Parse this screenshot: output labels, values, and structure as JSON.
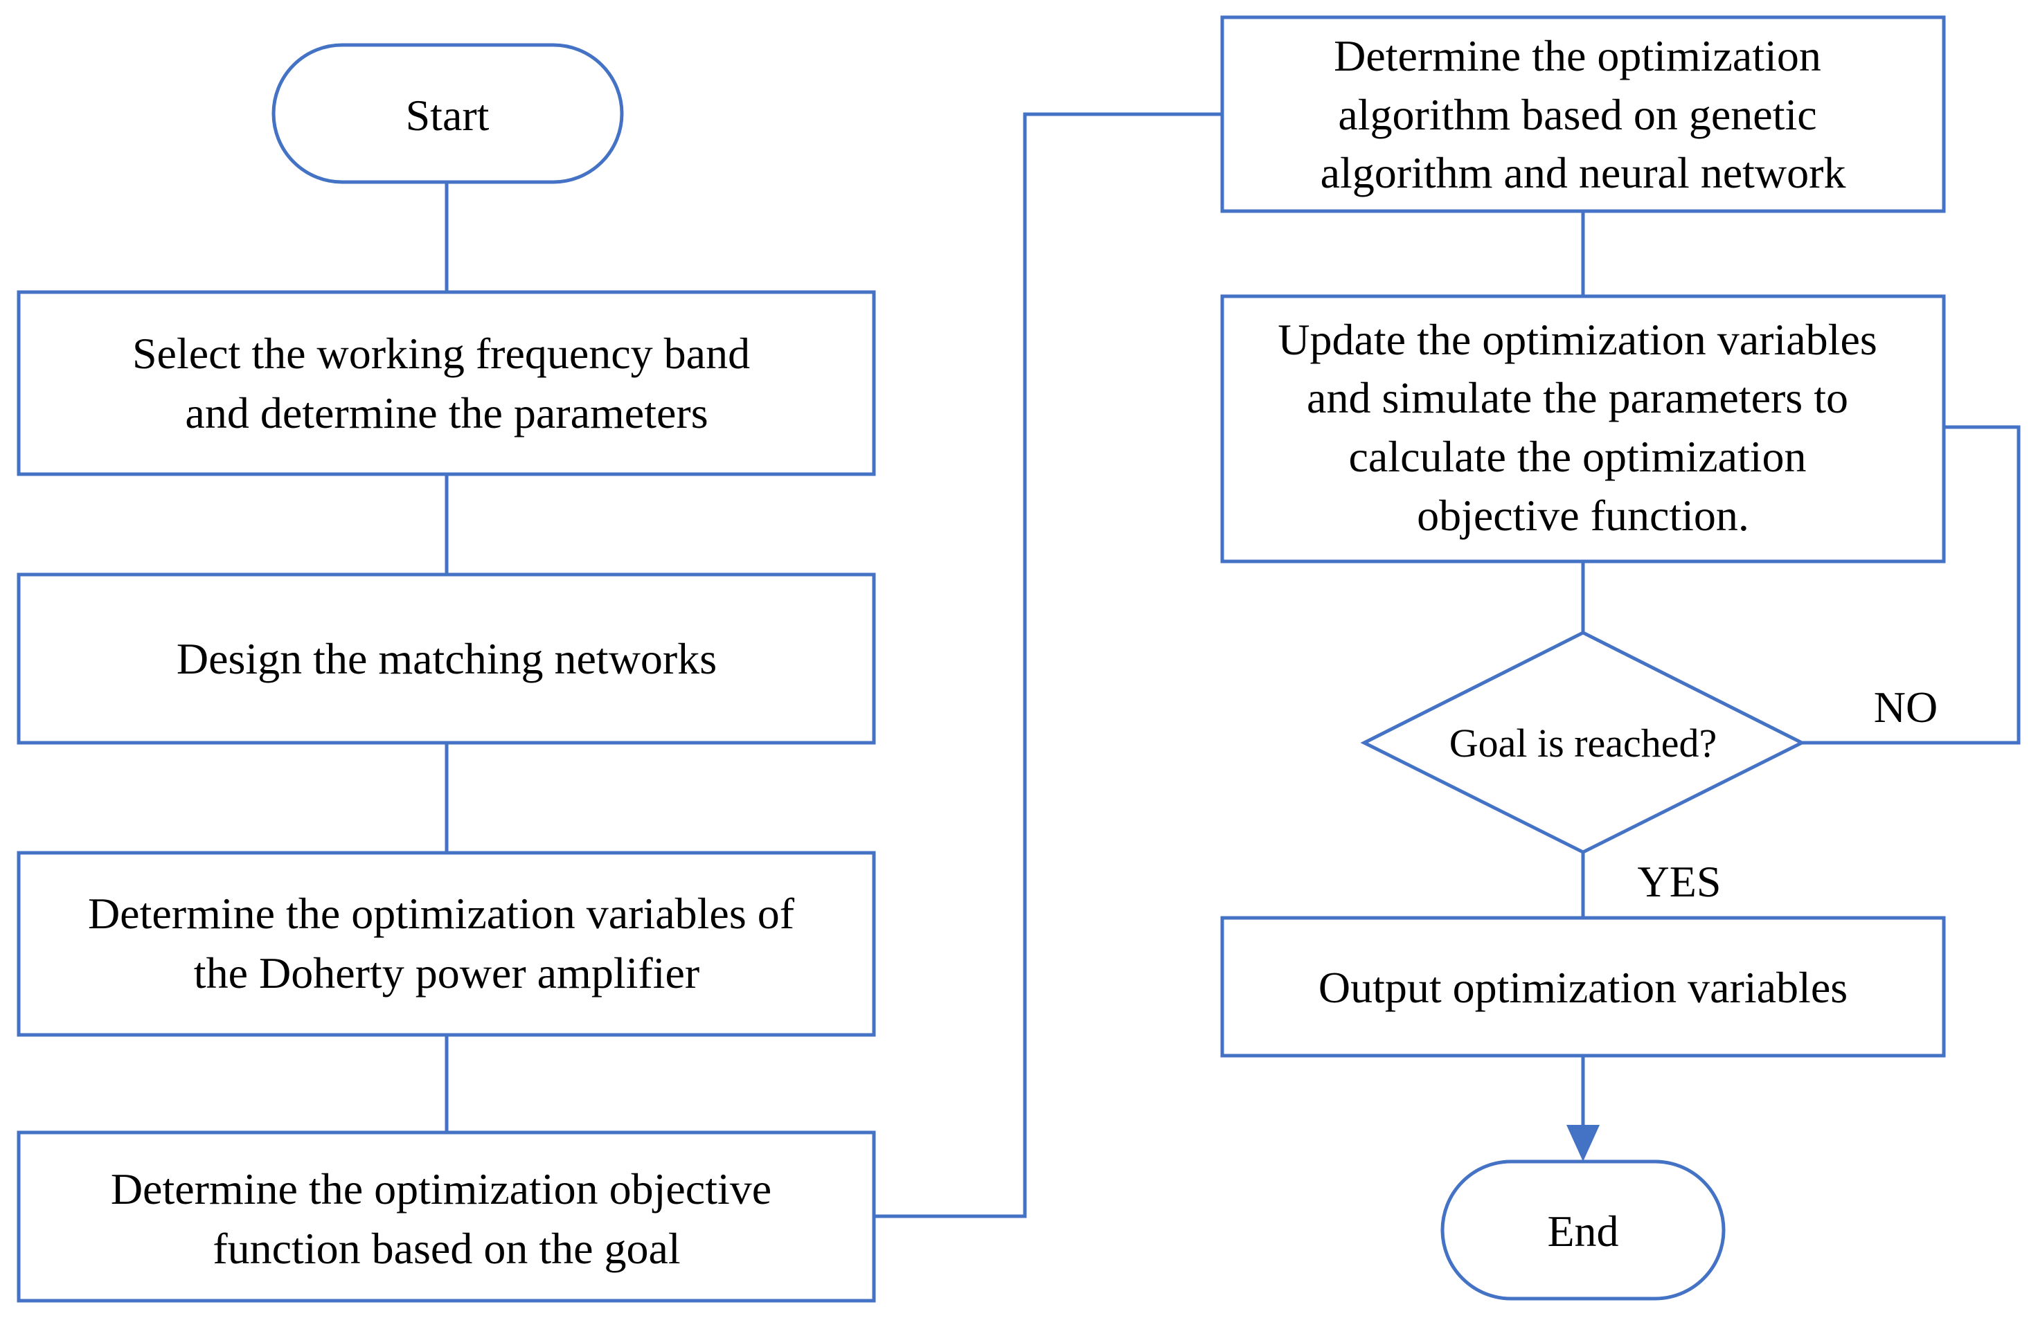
{
  "flowchart": {
    "start": "Start",
    "step1": [
      "Select the working frequency band",
      "and determine the parameters"
    ],
    "step2": [
      "Design the matching networks"
    ],
    "step3": [
      "Determine the optimization variables of",
      "the Doherty power amplifier"
    ],
    "step4": [
      "Determine the optimization objective",
      "function based on the goal"
    ],
    "step5": [
      "Determine the optimization",
      "algorithm  based on  genetic",
      "algorithm and neural network"
    ],
    "step6": [
      "Update the optimization variables",
      "and simulate the parameters to",
      "calculate the optimization",
      "objective function."
    ],
    "decision": "Goal is reached?",
    "no_label": "NO",
    "yes_label": "YES",
    "step7": [
      "Output optimization variables"
    ],
    "end": "End"
  },
  "colors": {
    "stroke": "#4472C4",
    "fill": "#ffffff",
    "text": "#000000"
  }
}
